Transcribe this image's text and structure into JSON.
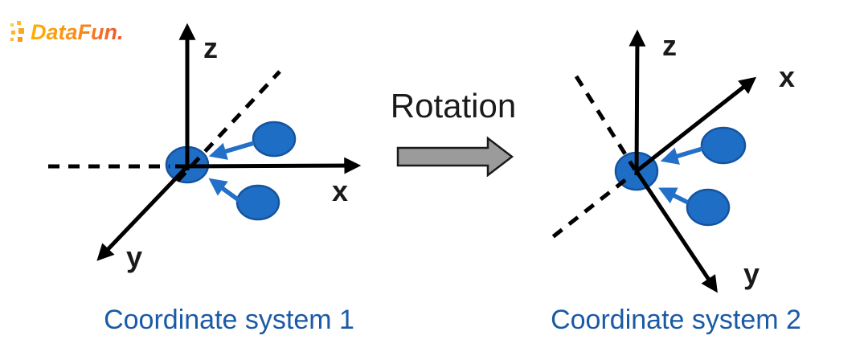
{
  "logo": {
    "text": "DataFun."
  },
  "rotation": {
    "label": "Rotation",
    "arrow_fill": "#9B9B9B",
    "arrow_stroke": "#1A1A1A"
  },
  "system1": {
    "caption": "Coordinate system 1",
    "axis_labels": {
      "z": "z",
      "x": "x",
      "y": "y"
    }
  },
  "system2": {
    "caption": "Coordinate system 2",
    "axis_labels": {
      "z": "z",
      "x": "x",
      "y": "y"
    }
  },
  "colors": {
    "node_fill": "#1F6EC6",
    "node_stroke": "#15549E",
    "blue_arrow": "#2470C8",
    "axis_black": "#000000",
    "caption_blue": "#1B5AA6",
    "logo_gradient_start": "#FFB000",
    "logo_gradient_end": "#F1512B"
  }
}
